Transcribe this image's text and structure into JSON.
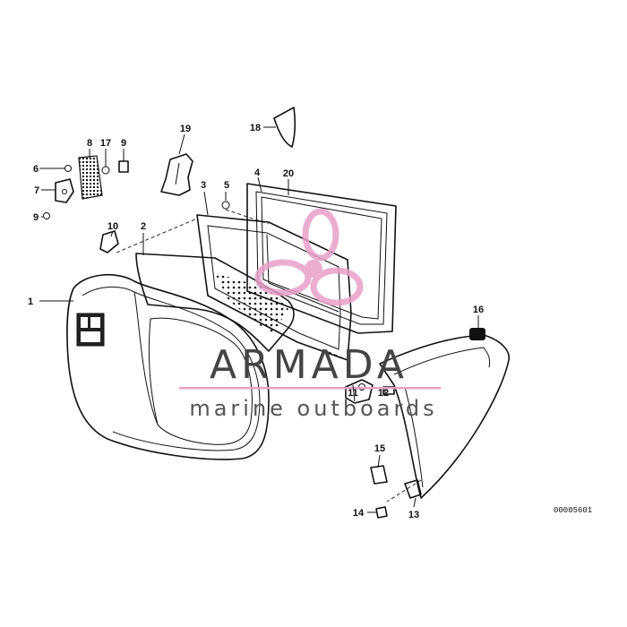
{
  "callouts": {
    "c1": "1",
    "c2": "2",
    "c3": "3",
    "c4": "4",
    "c5": "5",
    "c6": "6",
    "c7": "7",
    "c8": "8",
    "c9a": "9",
    "c9b": "9",
    "c10": "10",
    "c11": "11",
    "c12": "12",
    "c13": "13",
    "c14": "14",
    "c15": "15",
    "c16": "16",
    "c17": "17",
    "c18": "18",
    "c19": "19",
    "c20": "20"
  },
  "reference_number": "00005601",
  "watermark": {
    "title": "ARMADA",
    "subtitle": "marine outboards",
    "accent_color": "#e8a0c8",
    "text_color": "#444444"
  }
}
